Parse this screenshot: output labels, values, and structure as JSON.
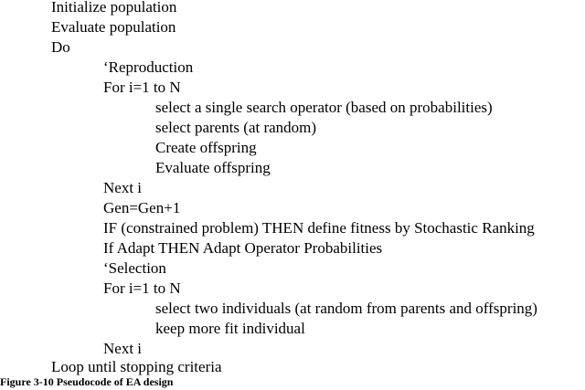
{
  "pseudocode": {
    "lines": [
      "Initialize population",
      "Evaluate population",
      "Do",
      "‘Reproduction",
      "For i=1 to N",
      "select a single search operator (based on probabilities)",
      "select parents (at random)",
      "Create offspring",
      "Evaluate offspring",
      "Next i",
      "Gen=Gen+1",
      "IF (constrained problem) THEN define fitness by Stochastic Ranking",
      "If Adapt THEN Adapt Operator Probabilities",
      "‘Selection",
      "For i=1 to N",
      "select two individuals (at random from parents and offspring)",
      "keep more fit individual",
      "Next i",
      "Loop until stopping criteria"
    ]
  },
  "caption": "Figure 3-10  Pseudocode of EA design"
}
